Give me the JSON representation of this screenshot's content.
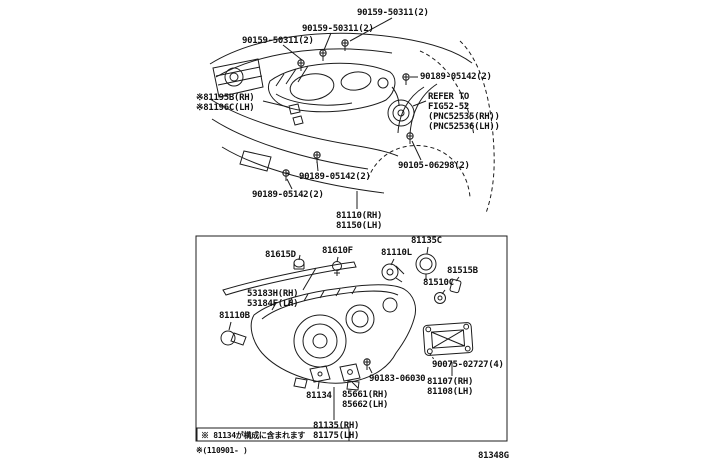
{
  "colors": {
    "background": "#ffffff",
    "line": "#1c1c1c",
    "text": "#111111"
  },
  "diagram": {
    "labels": [
      {
        "id": "bolt-90159-a",
        "text": "90159-50311(2)"
      },
      {
        "id": "bolt-90159-b",
        "text": "90159-50311(2)"
      },
      {
        "id": "bolt-90159-c",
        "text": "90159-50311(2)"
      },
      {
        "id": "screw-90189-a",
        "text": "90189-05142(2)"
      },
      {
        "id": "retainer-81195",
        "text": "※81195B(RH)\n※81196C(LH)"
      },
      {
        "id": "refer-note",
        "text": "REFER TO\nFIG52-52\n(PNC52535(RH))\n(PNC52536(LH))"
      },
      {
        "id": "bolt-90105",
        "text": "90105-06298(2)"
      },
      {
        "id": "screw-90189-b",
        "text": "90189-05142(2)"
      },
      {
        "id": "screw-90189-c",
        "text": "90189-05142(2)"
      },
      {
        "id": "headlamp-assy",
        "text": "81110(RH)\n81150(LH)"
      },
      {
        "id": "socket-81135c",
        "text": "81135C"
      },
      {
        "id": "cap-81615d",
        "text": "81615D"
      },
      {
        "id": "bulb-81610f",
        "text": "81610F"
      },
      {
        "id": "bulb-81110l",
        "text": "81110L"
      },
      {
        "id": "cord-81515b",
        "text": "81515B"
      },
      {
        "id": "socket-81510c",
        "text": "81510C"
      },
      {
        "id": "trim-53183h",
        "text": "53183H(RH)\n53184F(LH)"
      },
      {
        "id": "bulb-81110b",
        "text": "81110B"
      },
      {
        "id": "screw-90075",
        "text": "90075-02727(4)"
      },
      {
        "id": "screw-90183",
        "text": "90183-06030"
      },
      {
        "id": "ballast-81107",
        "text": "81107(RH)\n81108(LH)"
      },
      {
        "id": "bracket-81134",
        "text": "81134"
      },
      {
        "id": "marker-85661",
        "text": "85661(RH)\n85662(LH)"
      },
      {
        "id": "unit-81135",
        "text": "81135(RH)\n81175(LH)"
      }
    ],
    "notes": {
      "inclusion": "※ 81134が構成に含まれます",
      "effective_date": "※(110901-  )",
      "figure_code": "81348G"
    }
  }
}
